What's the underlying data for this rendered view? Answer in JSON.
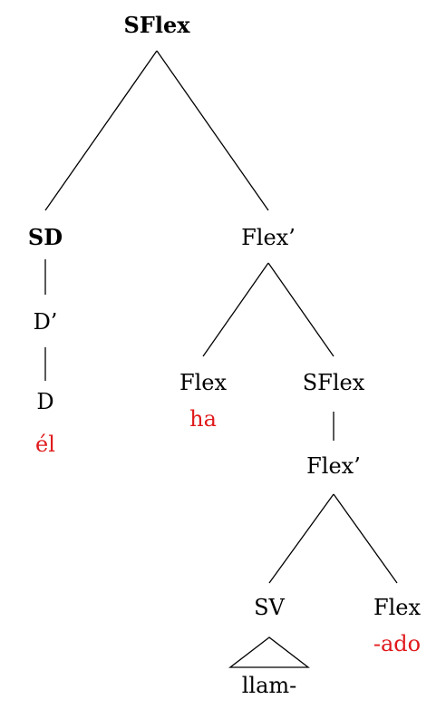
{
  "tree": {
    "root": "SFlex",
    "sd": "SD",
    "d_bar": "D’",
    "d": "D",
    "d_word": "él",
    "flex_bar_1": "Flex’",
    "flex_1": "Flex",
    "flex_1_word": "ha",
    "sflex_2": "SFlex",
    "flex_bar_2": "Flex’",
    "sv": "SV",
    "sv_word": "llam-",
    "flex_2": "Flex",
    "flex_2_word": "-ado"
  },
  "colors": {
    "text": "#000000",
    "highlight": "#e0191b"
  }
}
